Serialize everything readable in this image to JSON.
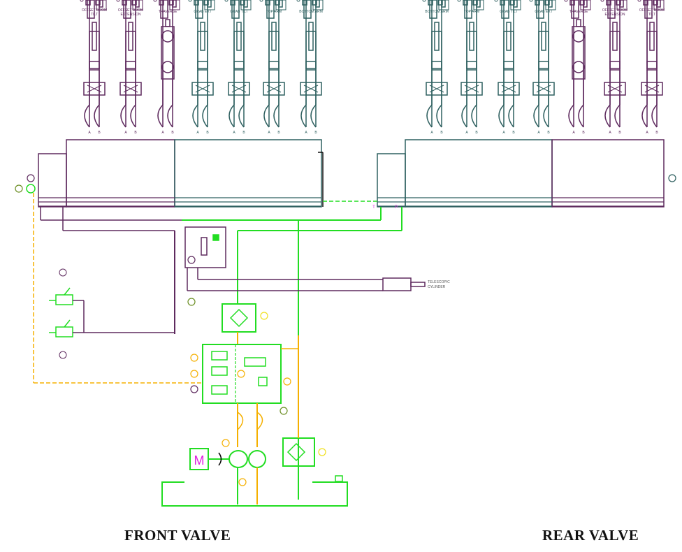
{
  "titles": {
    "front": "FRONT VALVE",
    "rear": "REAR VALVE"
  },
  "colors": {
    "front_circuit": "#5e2a5e",
    "mid_circuit": "#2f6060",
    "pressure_line": "#22dd22",
    "return_line": "#f5b000",
    "annotation": "#e020e0",
    "callout": "#6b8e23"
  },
  "front_sections": [
    {
      "label": "OFFSET BOOM TILT",
      "type": "cylinder",
      "circuit": "front_circuit"
    },
    {
      "label": "OFFSET BOOM EXTENSION",
      "type": "cylinder",
      "circuit": "front_circuit"
    },
    {
      "label": "TRAVERSE",
      "type": "motor",
      "circuit": "front_circuit"
    },
    {
      "label": "GRAB EXT",
      "type": "cylinder",
      "circuit": "mid_circuit"
    },
    {
      "label": "GRAB TILT",
      "type": "cylinder",
      "circuit": "mid_circuit"
    },
    {
      "label": "TOP ARM",
      "type": "cylinder",
      "circuit": "mid_circuit"
    },
    {
      "label": "BOTTOM ARM",
      "type": "cylinder",
      "circuit": "mid_circuit"
    }
  ],
  "rear_sections": [
    {
      "label": "BOTTOM ARM",
      "type": "cylinder",
      "circuit": "mid_circuit"
    },
    {
      "label": "TOP ARM",
      "type": "cylinder",
      "circuit": "mid_circuit"
    },
    {
      "label": "GRAB TILT",
      "type": "cylinder",
      "circuit": "mid_circuit"
    },
    {
      "label": "GRAB EXT",
      "type": "cylinder",
      "circuit": "mid_circuit"
    },
    {
      "label": "TRAVERSE",
      "type": "motor",
      "circuit": "front_circuit"
    },
    {
      "label": "OFFSET BOOM EXTENSION",
      "type": "cylinder",
      "circuit": "front_circuit"
    },
    {
      "label": "OFFSET BOOM TILT",
      "type": "cylinder",
      "circuit": "front_circuit"
    }
  ],
  "ports": {
    "a": "A",
    "b": "B",
    "tank": "T",
    "pressure": "P"
  },
  "components": {
    "motor_symbol": "M",
    "telescopic_cylinder": "TELESCOPIC CYLINDER"
  }
}
